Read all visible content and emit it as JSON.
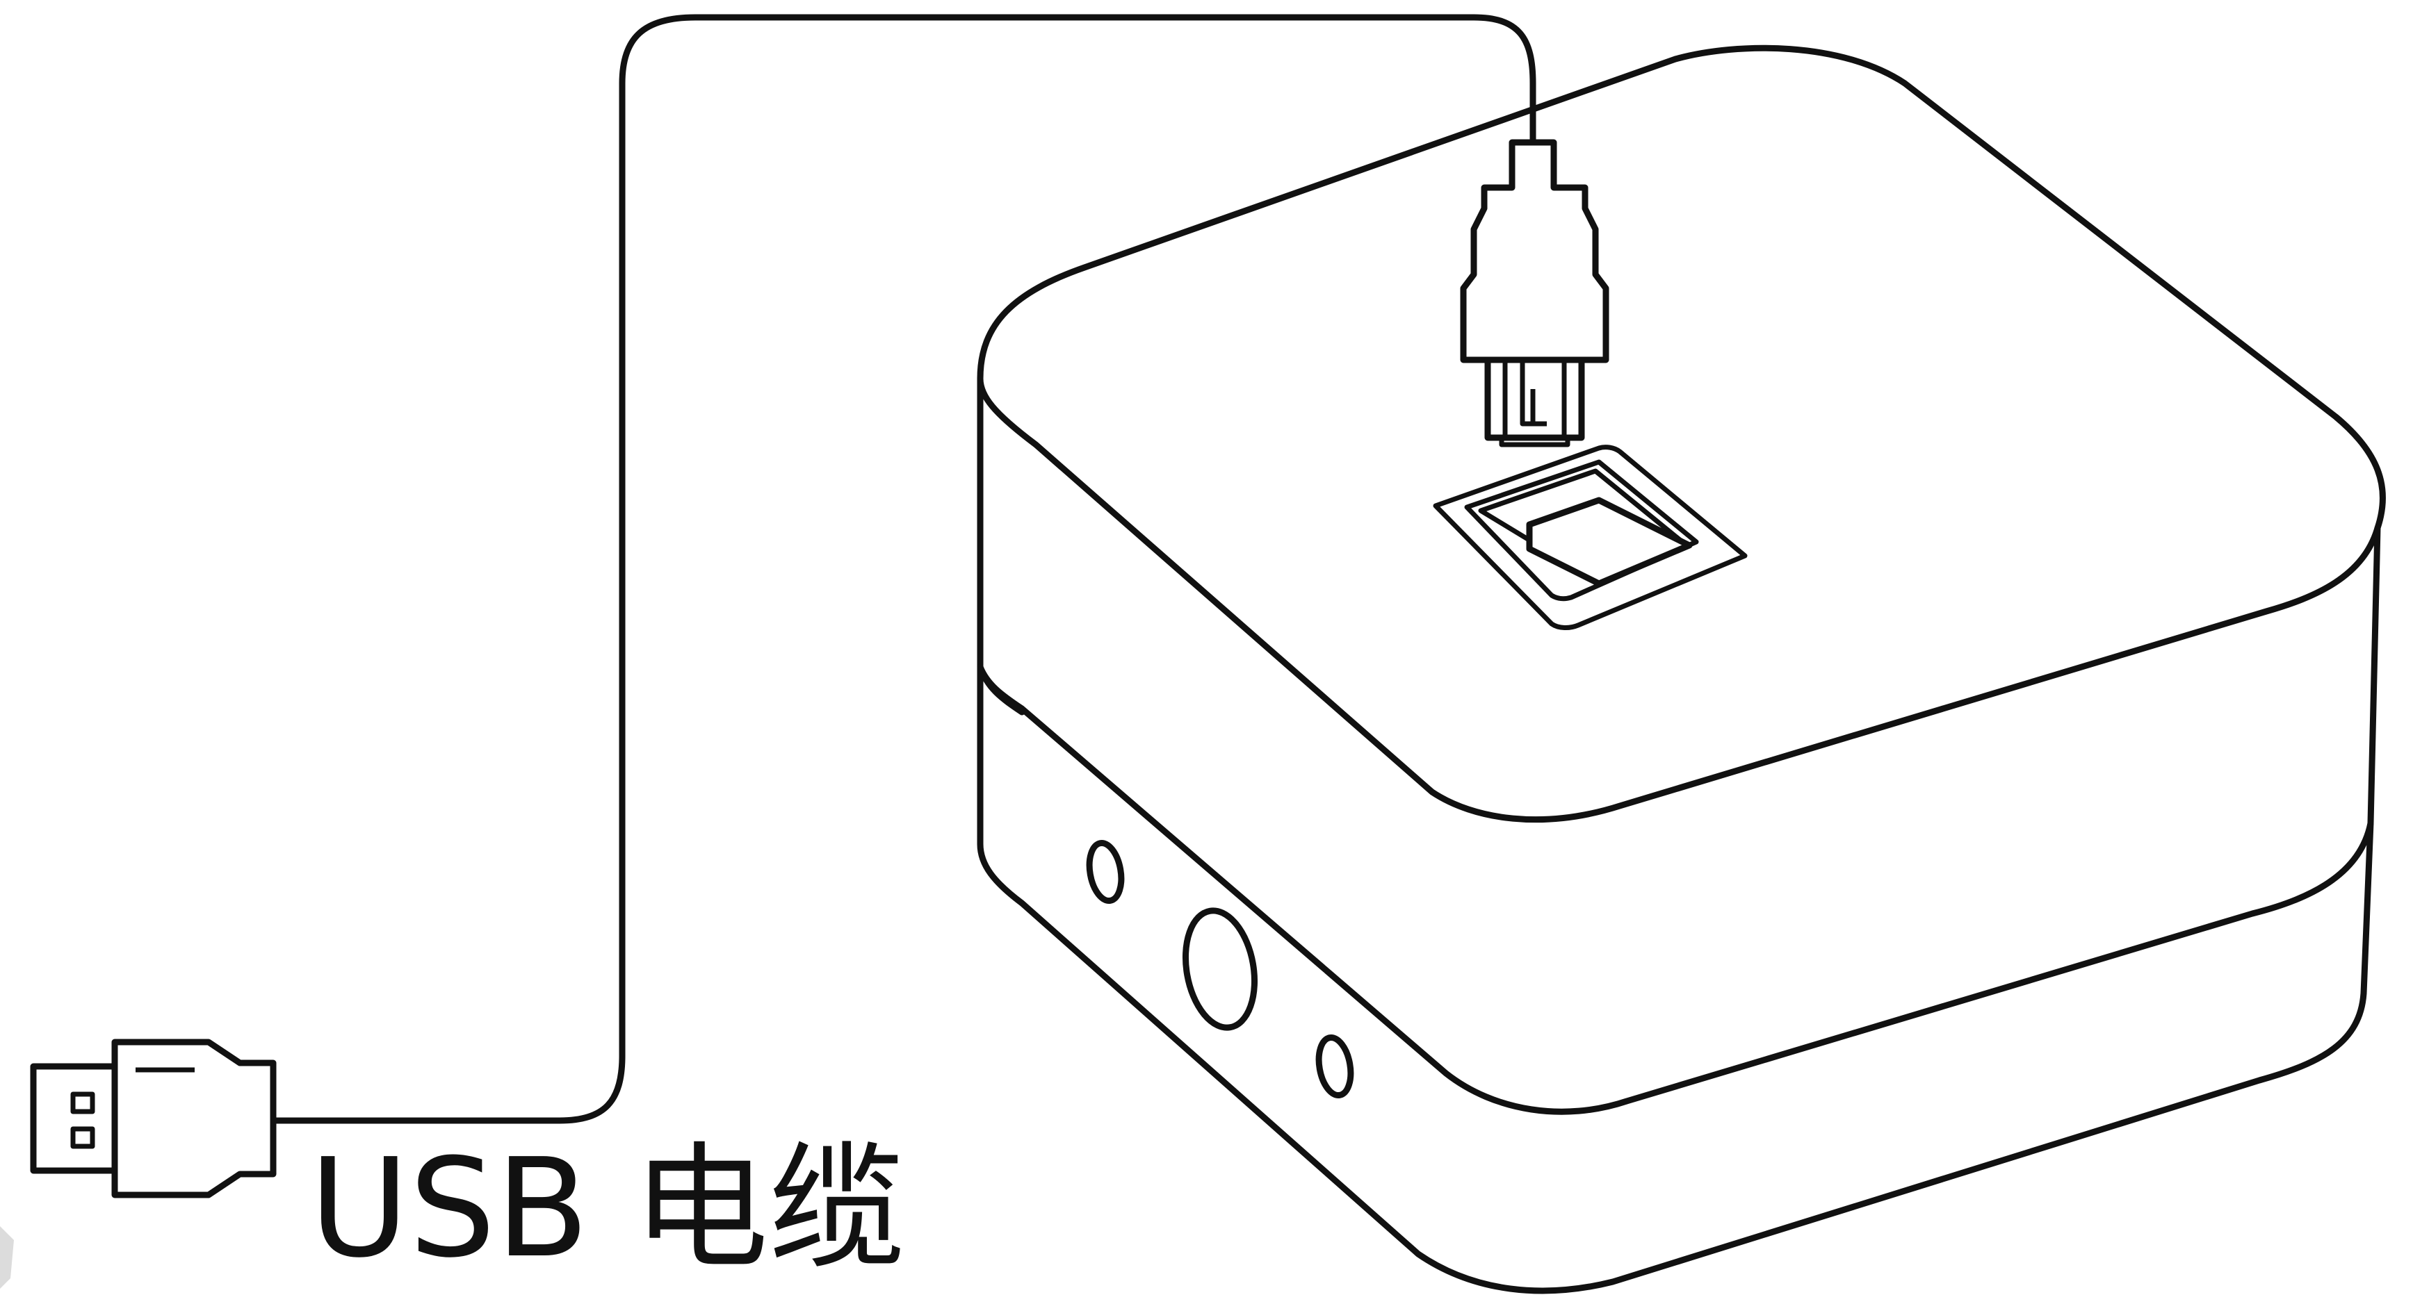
{
  "diagram": {
    "cable_label": "USB 电缆",
    "line_color": "#111111",
    "background_color": "#ffffff",
    "components": [
      "usb-a-plug",
      "usb-cable",
      "usb-b-plug",
      "usb-b-port",
      "device-box",
      "audio-jacks"
    ]
  }
}
